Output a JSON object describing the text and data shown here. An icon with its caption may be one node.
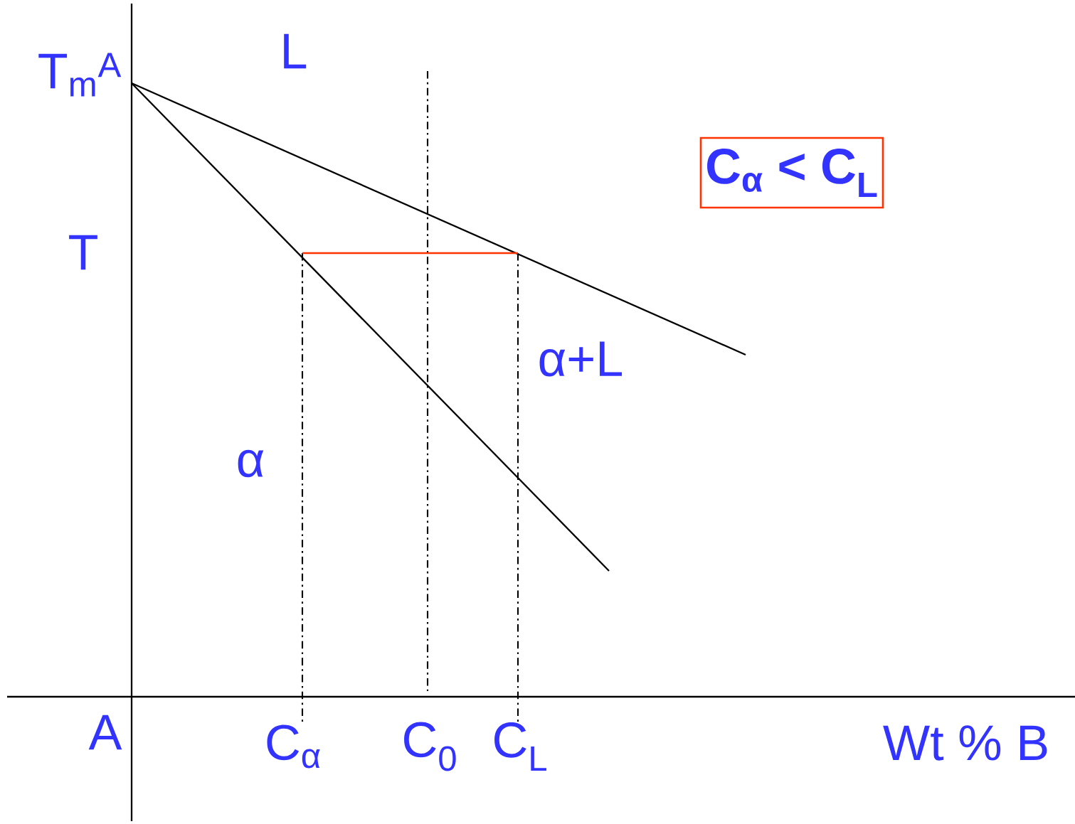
{
  "diagram": {
    "nodes": [
      {
        "text": [
          "C$_{α}$ < C$_{L}$"
        ]
      }
    ],
    "edges": [],
    "labels": [
      "T$_{m}$$^{A}$",
      "L",
      "T",
      "α+L",
      "α",
      "A",
      "C$_{α}$",
      "C$_{0}$",
      "C$_{L}$",
      "Wt % B"
    ]
  }
}
